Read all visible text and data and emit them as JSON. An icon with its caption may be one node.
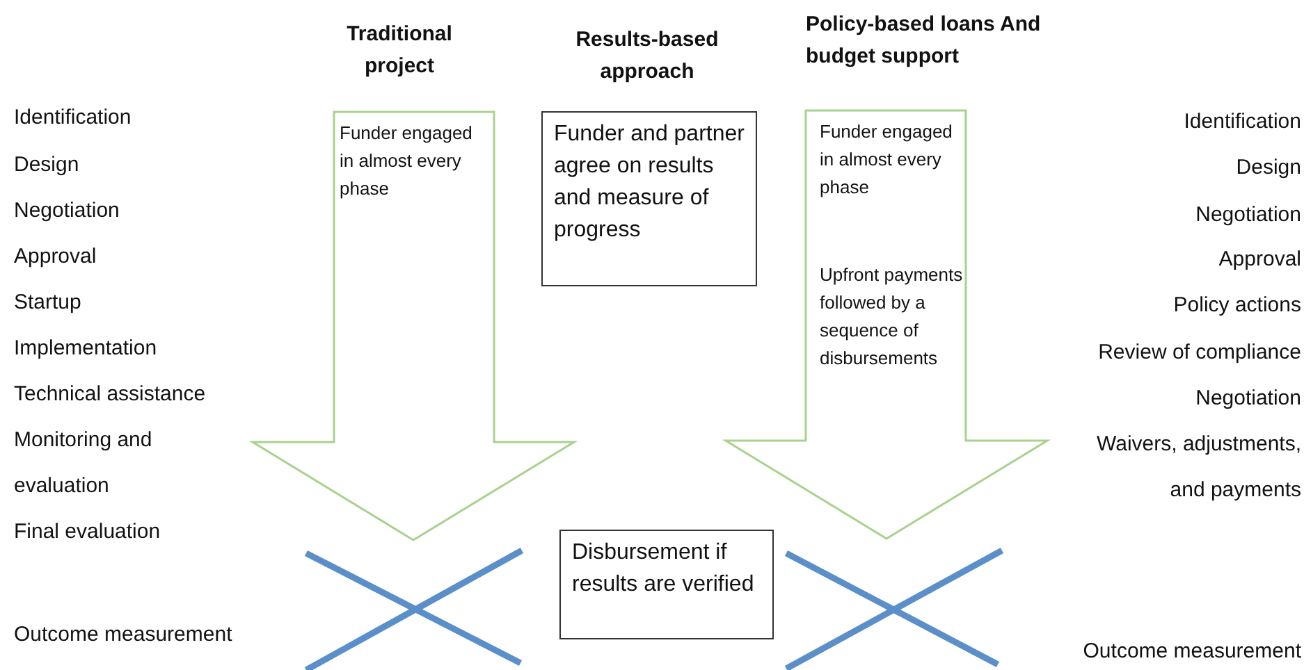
{
  "diagram": {
    "nodes": [
      {
        "text": [
          "Funder engaged in almost every phase"
        ]
      },
      {
        "text": [
          "Funder and partner agree on results and measure of progress"
        ]
      },
      {
        "text": [
          "Funder engaged in almost every phase",
          "Upfront payments followed by a sequence of disbursements"
        ]
      },
      {
        "text": [
          "Disbursement if results are verified"
        ]
      }
    ],
    "edges": [],
    "labels": [
      "Traditional project",
      "Results-based approach",
      "Policy-based loans And budget support",
      "Identification",
      "Design",
      "Negotiation",
      "Approval",
      "Startup",
      "Implementation",
      "Technical assistance",
      "Monitoring and evaluation",
      "Final evaluation",
      "Outcome measurement",
      "Identification",
      "Design",
      "Negotiation",
      "Approval",
      "Policy actions",
      "Review of compliance",
      "Negotiation",
      "Waivers, adjustments, and payments",
      "Outcome measurement"
    ]
  }
}
